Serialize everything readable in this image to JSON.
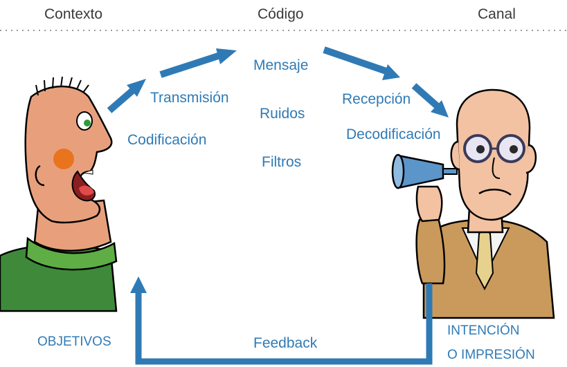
{
  "header": {
    "context": "Contexto",
    "code": "Código",
    "channel": "Canal"
  },
  "flow": {
    "transmission": "Transmisión",
    "encoding": "Codificación",
    "message": "Mensaje",
    "noise": "Ruidos",
    "filters": "Filtros",
    "reception": "Recepción",
    "decoding": "Decodificación",
    "feedback": "Feedback"
  },
  "sender": {
    "objectives": "OBJETIVOS"
  },
  "receiver": {
    "intent_line1": "INTENCIÓN",
    "intent_line2": "O IMPRESIÓN"
  },
  "colors": {
    "arrow_blue": "#2f7ab5",
    "sender_skin": "#e8a07c",
    "sender_shirt": "#3e8a3a",
    "receiver_skin": "#f2c2a2",
    "receiver_coat": "#c99a5c"
  }
}
